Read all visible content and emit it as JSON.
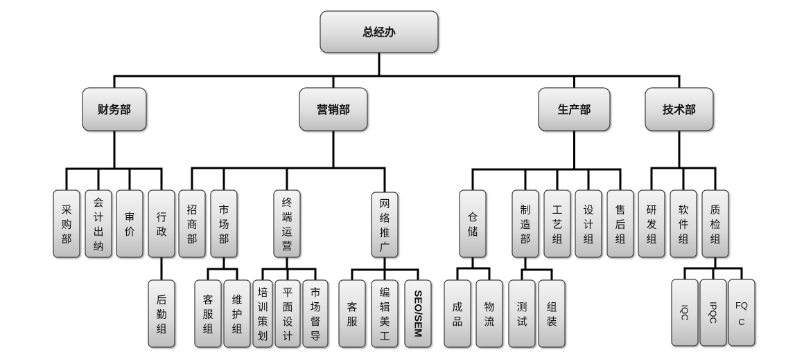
{
  "title": "总经办",
  "root": {
    "id": "general-office",
    "label": "总经办",
    "children": [
      {
        "id": "finance-dept",
        "label": "财务部",
        "children": [
          {
            "id": "purchasing",
            "label": "采购部",
            "children": []
          },
          {
            "id": "accounting-cashier",
            "label": "会计出纳",
            "children": []
          },
          {
            "id": "price-audit",
            "label": "审价",
            "children": []
          },
          {
            "id": "administration",
            "label": "行政",
            "children": [
              {
                "id": "logistics-group",
                "label": "后勤组",
                "children": []
              }
            ]
          }
        ]
      },
      {
        "id": "marketing-dept",
        "label": "营销部",
        "children": [
          {
            "id": "investment-promotion",
            "label": "招商部",
            "children": []
          },
          {
            "id": "market-dept",
            "label": "市场部",
            "children": [
              {
                "id": "customer-service-group",
                "label": "客服组",
                "children": []
              },
              {
                "id": "maintenance-group",
                "label": "维护组",
                "children": []
              }
            ]
          },
          {
            "id": "terminal-operations",
            "label": "终端运营",
            "children": [
              {
                "id": "training-planning",
                "label": "培训策划",
                "children": []
              },
              {
                "id": "graphic-design",
                "label": "平面设计",
                "children": []
              },
              {
                "id": "market-supervision",
                "label": "市场督导",
                "children": []
              }
            ]
          },
          {
            "id": "online-promotion",
            "label": "网络推广",
            "children": [
              {
                "id": "customer-service",
                "label": "客服",
                "children": []
              },
              {
                "id": "editing-art",
                "label": "编辑美工",
                "children": []
              },
              {
                "id": "seo-sem",
                "label": "SEO/SEM",
                "children": []
              }
            ]
          }
        ]
      },
      {
        "id": "production-dept",
        "label": "生产部",
        "children": [
          {
            "id": "warehouse",
            "label": "仓储",
            "children": [
              {
                "id": "finished-goods",
                "label": "成品",
                "children": []
              },
              {
                "id": "logistics",
                "label": "物流",
                "children": []
              }
            ]
          },
          {
            "id": "manufacturing-dept",
            "label": "制造部",
            "children": [
              {
                "id": "testing",
                "label": "测试",
                "children": []
              },
              {
                "id": "assembly",
                "label": "组装",
                "children": []
              }
            ]
          },
          {
            "id": "process-group",
            "label": "工艺组",
            "children": []
          },
          {
            "id": "design-group",
            "label": "设计组",
            "children": []
          },
          {
            "id": "after-sales-group",
            "label": "售后组",
            "children": []
          }
        ]
      },
      {
        "id": "technology-dept",
        "label": "技术部",
        "children": [
          {
            "id": "rd-group",
            "label": "研发组",
            "children": []
          },
          {
            "id": "software-group",
            "label": "软件组",
            "children": []
          },
          {
            "id": "qc-group",
            "label": "质检组",
            "children": [
              {
                "id": "iqc",
                "label": "IQC",
                "children": []
              },
              {
                "id": "ipqc",
                "label": "IPQC",
                "children": []
              },
              {
                "id": "fqc",
                "label": "FQC",
                "children": []
              }
            ]
          }
        ]
      }
    ]
  }
}
